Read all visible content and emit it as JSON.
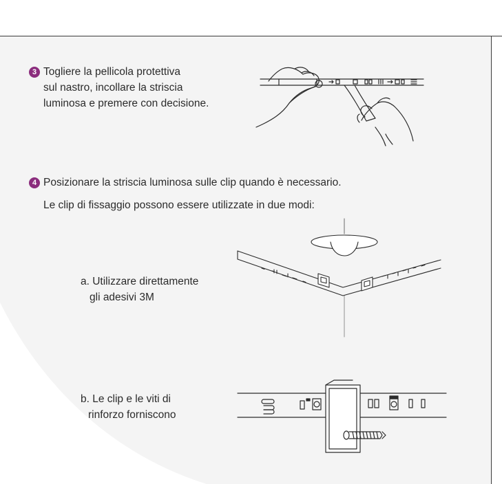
{
  "step3": {
    "number": "3",
    "line1": "Togliere la pellicola protettiva",
    "line2": "sul nastro, incollare la striscia",
    "line3": "luminosa e premere con decisione."
  },
  "step4": {
    "number": "4",
    "line1": "Posizionare la striscia luminosa sulle clip quando è necessario.",
    "line2": "Le clip di fissaggio possono essere utilizzate in due modi:"
  },
  "option_a": {
    "line1": "a. Utilizzare direttamente",
    "line2": "gli adesivi 3M"
  },
  "option_b": {
    "line1": "b. Le clip e le viti di",
    "line2": "rinforzo forniscono"
  },
  "colors": {
    "accent": "#8b2d7d",
    "panel": "#f4f4f4",
    "line": "#3a3a3a"
  },
  "icons": [
    "hand-peeling-illustration",
    "corner-strip-with-lamp-illustration",
    "clip-and-screw-illustration"
  ]
}
